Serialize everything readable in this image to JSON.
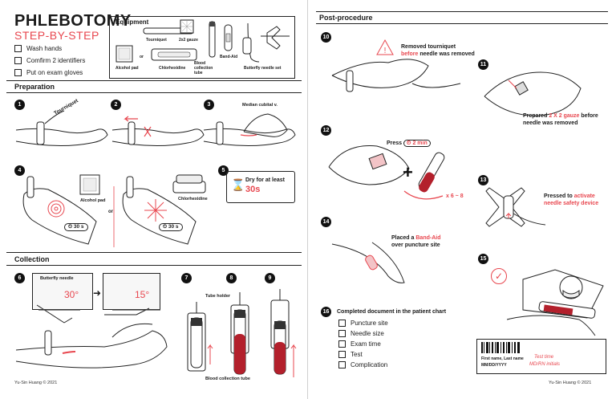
{
  "left": {
    "title": "PHLEBOTOMY",
    "subtitle": "STEP-BY-STEP",
    "checklist": [
      "Wash hands",
      "Comfirm 2 identifiers",
      "Put on exam gloves"
    ],
    "equipment": {
      "header": "Equipment",
      "items": [
        "Tourniquet",
        "2x2 gauze",
        "Blood collection tube",
        "Band-Aid",
        "Butterfly needle set",
        "Alcohol pad",
        "or",
        "Chlorhexidine"
      ]
    },
    "preparation": {
      "header": "Preparation",
      "step1_label": "Tourniquet",
      "step3_label": "Median cubital v.",
      "step4": {
        "alcohol": "Alcohol pad",
        "or": "or",
        "chlor": "Chlorhexidine",
        "timer1": "30 s",
        "timer2": "30 s"
      },
      "step5": {
        "text": "Dry for at least",
        "time": "30s"
      }
    },
    "collection": {
      "header": "Collection",
      "butterfly": "Butterfly needle",
      "angle1": "30°",
      "angle2": "15°",
      "tube_holder": "Tube holder",
      "tube": "Blood collection tube"
    },
    "credit": "Yu-Sin Huang © 2021",
    "steps": [
      "1",
      "2",
      "3",
      "4",
      "5",
      "6",
      "7",
      "8",
      "9"
    ]
  },
  "right": {
    "header": "Post-procedure",
    "s10a": "Removed tourniquet",
    "s10b": "before",
    "s10c": "needle was removed",
    "s11a": "Prepared",
    "s11b": "2 X 2 gauze",
    "s11c": "before",
    "s11d": "needle was removed",
    "s12a": "Press",
    "s12b": "2 min",
    "s12c": "x 6 ~ 8",
    "s13a": "Pressed to",
    "s13b": "activate",
    "s13c": "needle safety device",
    "s14a": "Placed a",
    "s14b": "Band-Aid",
    "s14c": "over puncture site",
    "s16": "Completed document in the patient chart",
    "doc_items": [
      "Puncture site",
      "Needle size",
      "Exam time",
      "Test",
      "Complication"
    ],
    "label_name": "First name, Last name",
    "label_dob": "MM/DD/YYYY",
    "label_test": "Test time",
    "label_init": "MD/RN initials",
    "credit": "Yu-Sin Huang © 2021",
    "steps": [
      "10",
      "11",
      "12",
      "13",
      "14",
      "15",
      "16"
    ]
  },
  "colors": {
    "accent": "#e8474f",
    "ink": "#1a1a1a",
    "blood": "#b3202c"
  }
}
